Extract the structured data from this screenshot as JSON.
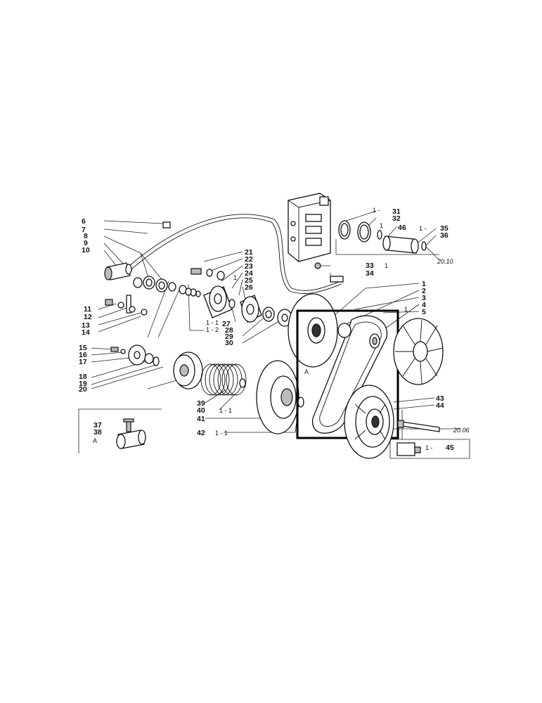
{
  "labels": {
    "l1": "1",
    "l2": "2",
    "l3": "3",
    "l4": "4",
    "l5": "5",
    "l6": "6",
    "l7": "7",
    "l8": "8",
    "l9": "9",
    "l10": "10",
    "l11": "11",
    "l12": "12",
    "l13": "13",
    "l14": "14",
    "l15": "15",
    "l16": "16",
    "l17": "17",
    "l18": "18",
    "l19": "19",
    "l20": "20",
    "l21": "21",
    "l22": "22",
    "l23": "23",
    "l24": "24",
    "l25": "25",
    "l26": "26",
    "l27": "27",
    "l28": "28",
    "l29": "29",
    "l30": "30",
    "l31": "31",
    "l32": "32",
    "l33": "33",
    "l34": "34",
    "l35": "35",
    "l36": "36",
    "l37": "37",
    "l38": "38",
    "l39": "39",
    "l40": "40",
    "l41": "41",
    "l42": "42",
    "l43": "43",
    "l44": "44",
    "l45": "45",
    "l46": "46"
  },
  "small_marks": {
    "one": "1",
    "one_dash": "1 -",
    "one_dash_one": "1 - 1",
    "one_dash_two": "1 - 2",
    "a_mark": "A"
  },
  "references": {
    "ref_20_10": "20.10",
    "ref_20_06": "20.06"
  },
  "colors": {
    "ink": "#111111",
    "highlight_box": "#000000",
    "background": "#ffffff"
  }
}
